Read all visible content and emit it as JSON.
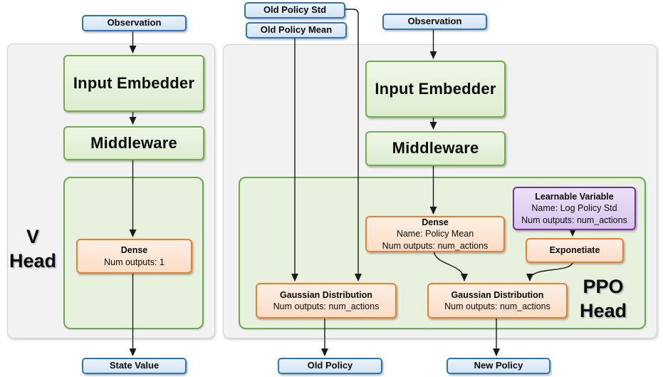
{
  "diagram": {
    "v_head": {
      "label_line1": "V",
      "label_line2": "Head",
      "observation": "Observation",
      "input_embedder": "Input Embedder",
      "middleware": "Middleware",
      "dense": {
        "title": "Dense",
        "outputs": "Num outputs: 1"
      },
      "state_value": "State Value"
    },
    "ppo_head": {
      "label_line1": "PPO",
      "label_line2": "Head",
      "old_policy_std": "Old Policy Std",
      "old_policy_mean": "Old Policy Mean",
      "observation": "Observation",
      "input_embedder": "Input Embedder",
      "middleware": "Middleware",
      "dense": {
        "title": "Dense",
        "name": "Name: Policy Mean",
        "outputs": "Num outputs: num_actions"
      },
      "learnable_variable": {
        "title": "Learnable Variable",
        "name": "Name: Log Policy Std",
        "outputs": "Num outputs: num_actions"
      },
      "exponetiate": "Exponetiate",
      "gaussian_old": {
        "title": "Gaussian Distribution",
        "outputs": "Num outputs: num_actions"
      },
      "gaussian_new": {
        "title": "Gaussian Distribution",
        "outputs": "Num outputs: num_actions"
      },
      "old_policy": "Old Policy",
      "new_policy": "New Policy"
    },
    "colors": {
      "io_border": "#2E75B6",
      "io_fill": "#DDEBF7",
      "module_border": "#70AD47",
      "module_fill": "#E2EFDA",
      "layer_border": "#ED7D31",
      "layer_fill": "#FCE4D6",
      "variable_border": "#7030A0",
      "variable_fill": "#E1D5EF",
      "panel_fill": "#F2F2F2",
      "panel_border": "#D6D6D6",
      "arrow": "#1A1A1A"
    }
  }
}
